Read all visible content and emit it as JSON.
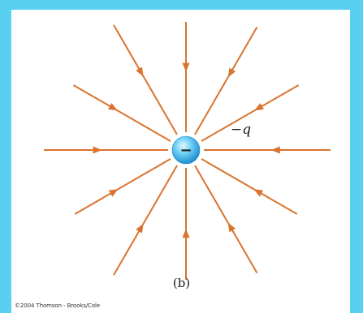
{
  "diagram": {
    "charge_label": "−q",
    "charge_sign": "−",
    "caption": "(b)",
    "copyright": "©2004 Thomson - Brooks/Cole",
    "field_line_count": 12,
    "colors": {
      "field_line": "#d9742e",
      "charge_fill": "#36b8ee",
      "border": "#5ad0f0"
    }
  }
}
